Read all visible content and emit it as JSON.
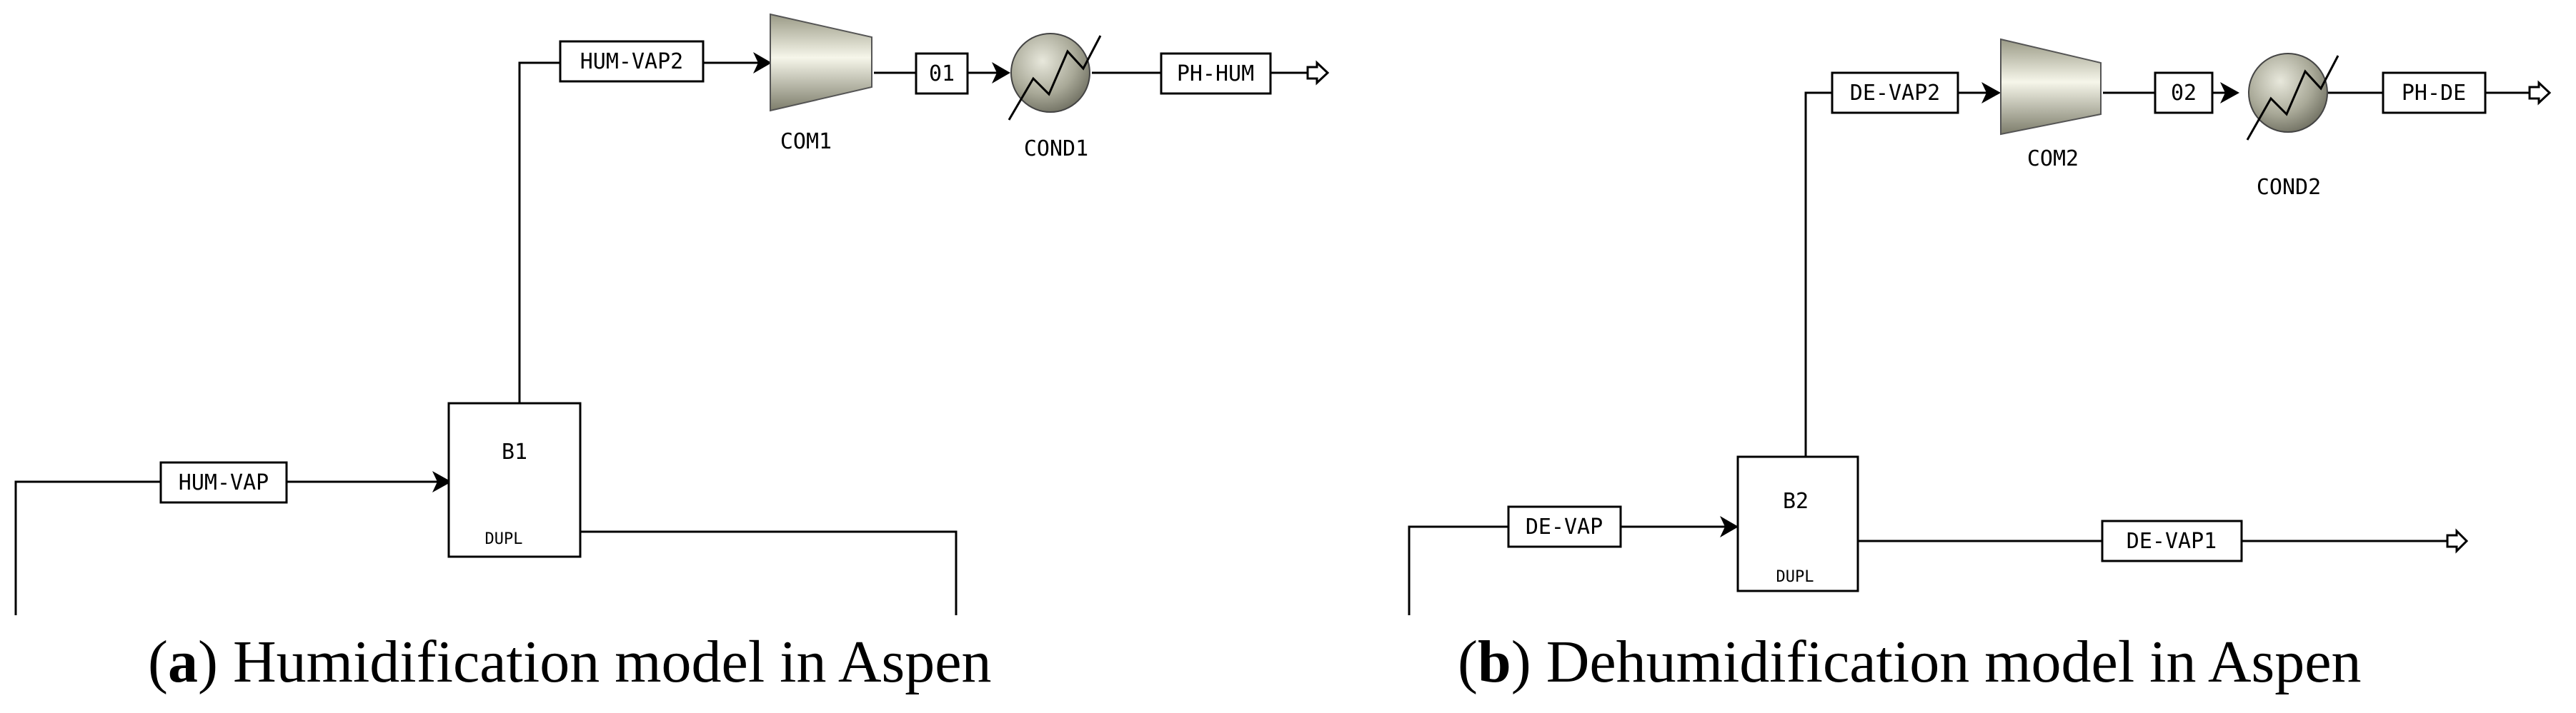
{
  "panel_a": {
    "streams": {
      "hum_vap": "HUM-VAP",
      "hum_vap2": "HUM-VAP2",
      "s01": "01",
      "ph_hum": "PH-HUM"
    },
    "blocks": {
      "b1": {
        "name": "B1",
        "type": "DUPL"
      },
      "com1": "COM1",
      "cond1": "COND1"
    },
    "caption": {
      "letter": "a",
      "text": " Humidification model in Aspen"
    }
  },
  "panel_b": {
    "streams": {
      "de_vap": "DE-VAP",
      "de_vap2": "DE-VAP2",
      "s02": "02",
      "ph_de": "PH-DE",
      "de_vap1": "DE-VAP1"
    },
    "blocks": {
      "b2": {
        "name": "B2",
        "type": "DUPL"
      },
      "com2": "COM2",
      "cond2": "COND2"
    },
    "caption": {
      "letter": "b",
      "text": " Dehumidification model in Aspen"
    }
  },
  "colors": {
    "line": "#000000",
    "unit_fill_light": "#f2f2e6",
    "unit_fill_dark": "#8a8a78"
  },
  "icons": [
    "compressor-icon",
    "heater-icon",
    "arrow-head-icon",
    "open-arrow-icon"
  ]
}
